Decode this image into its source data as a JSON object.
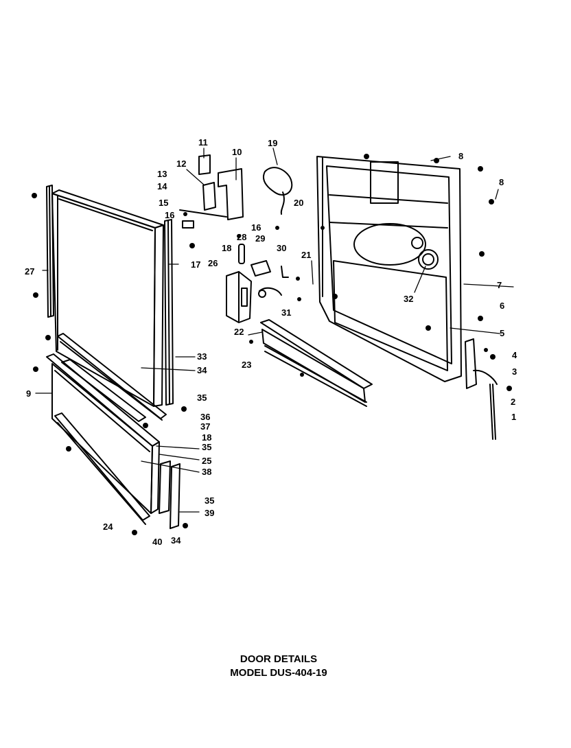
{
  "caption": {
    "line1": "DOOR DETAILS",
    "line2": "MODEL DUS-404-19"
  },
  "callouts": [
    "1",
    "2",
    "3",
    "4",
    "5",
    "6",
    "7",
    "8",
    "8",
    "9",
    "10",
    "11",
    "12",
    "13",
    "14",
    "15",
    "16",
    "16",
    "17",
    "18",
    "18",
    "19",
    "20",
    "21",
    "22",
    "23",
    "24",
    "25",
    "26",
    "27",
    "28",
    "29",
    "30",
    "31",
    "32",
    "33",
    "34",
    "34",
    "35",
    "35",
    "35",
    "36",
    "37",
    "38",
    "39",
    "40"
  ]
}
